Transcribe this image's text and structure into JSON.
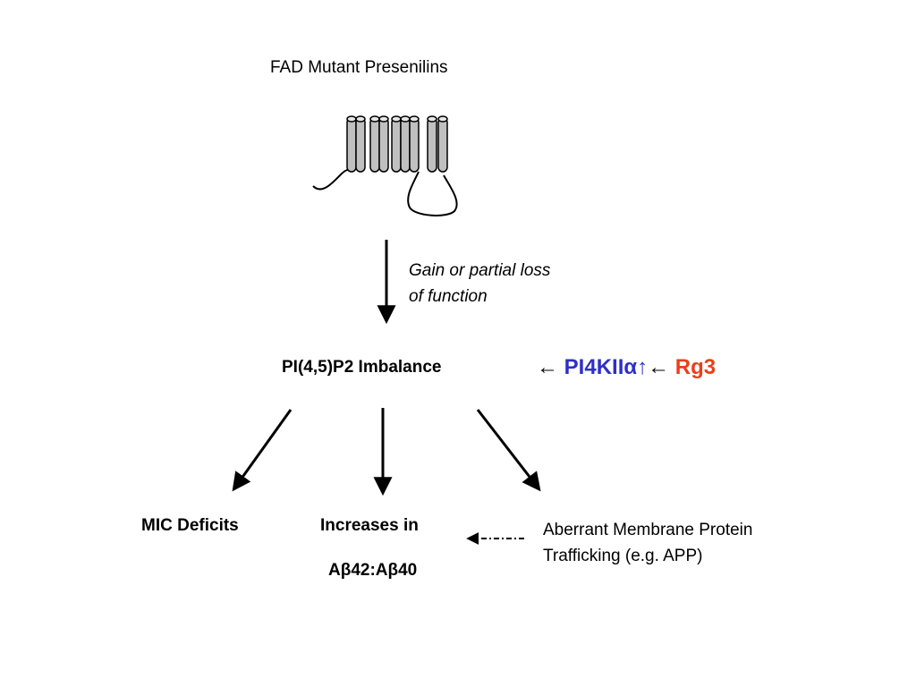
{
  "diagram": {
    "title": "FAD Mutant Presenilins",
    "arrow_note_line1": "Gain or partial loss",
    "arrow_note_line2": "of function",
    "central_node": "PI(4,5)P2 Imbalance",
    "modulator": {
      "prefix_arrow": "←",
      "kinase": "PI4KIIα",
      "up_arrow": "↑",
      "mid_arrow": "←",
      "compound": "Rg3"
    },
    "outcomes": {
      "mic": "MIC Deficits",
      "increases_line1": "Increases in",
      "increases_line2": "Aβ42:Aβ40",
      "aberrant_line1": "Aberrant Membrane Protein",
      "aberrant_line2": "Trafficking (e.g. APP)"
    },
    "colors": {
      "kinase": "#2f2fc9",
      "compound": "#e8401a",
      "helix_fill": "#c0c0c0"
    },
    "icons": {
      "protein": "transmembrane-helices-icon"
    }
  }
}
